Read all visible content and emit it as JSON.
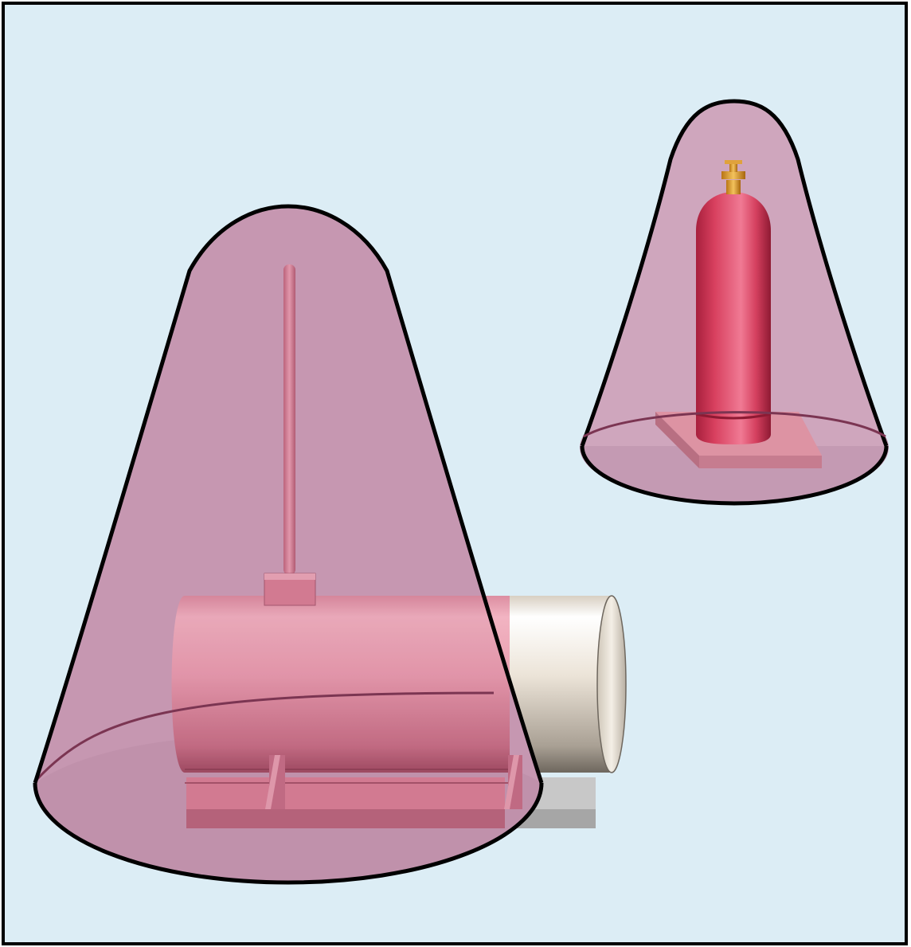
{
  "colors": {
    "background": "#dcedf5",
    "frame": "#000000",
    "zone_fill": "#a0436f",
    "zone_outline": "#000000",
    "tank_inside": "#e59aac",
    "tank_outside": "#ece4d8",
    "cylinder_body": "#d8405f",
    "cylinder_valve": "#e8a436",
    "pad_inside": "#d98196",
    "pad_outside": "#c8c8c8"
  },
  "icons": {
    "left_zone": "hazard-cone-zone",
    "right_zone": "hazard-cone-zone",
    "tank": "horizontal-storage-tank",
    "vent": "vent-pipe",
    "cylinder": "gas-cylinder"
  }
}
